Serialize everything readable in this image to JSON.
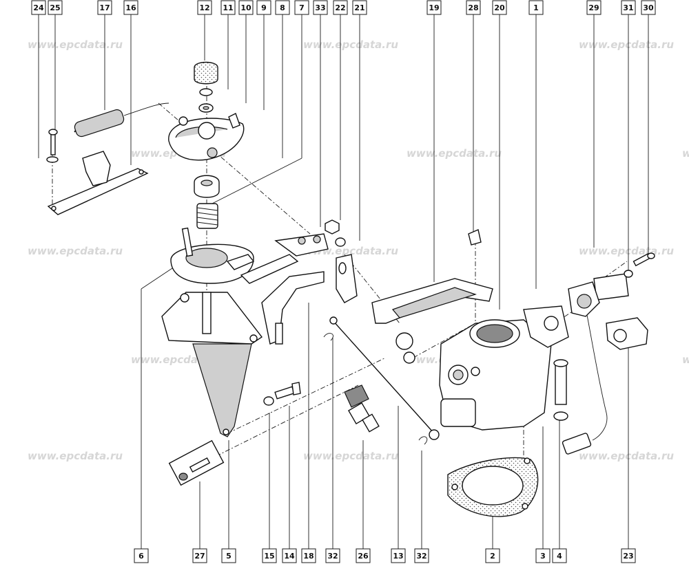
{
  "watermark": "www.epcdata.ru",
  "top_callouts": [
    "24",
    "25",
    "17",
    "16",
    "12",
    "11",
    "10",
    "9",
    "8",
    "7",
    "33",
    "22",
    "21",
    "19",
    "28",
    "20",
    "1",
    "29",
    "31",
    "30"
  ],
  "bottom_callouts": [
    "6",
    "27",
    "5",
    "15",
    "14",
    "18",
    "32",
    "26",
    "13",
    "32",
    "2",
    "3",
    "4",
    "23"
  ]
}
